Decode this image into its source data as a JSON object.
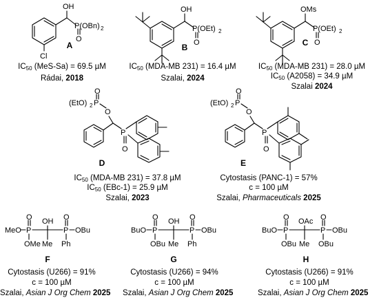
{
  "compounds": [
    {
      "id": "A",
      "label": "A",
      "groups": {
        "oh": "OH",
        "p": "P(OBn)",
        "p_sub": "2",
        "o": "O",
        "cl": "Cl"
      },
      "lines": [
        {
          "pre": "IC",
          "sub": "50",
          "post": " (MeS-Sa) = 69.5 µM"
        }
      ],
      "author": "Rádai, ",
      "year": "2018"
    },
    {
      "id": "B",
      "label": "B",
      "groups": {
        "oh": "OH",
        "p": "P(OEt)",
        "p_sub": "2",
        "o": "O"
      },
      "lines": [
        {
          "pre": "IC",
          "sub": "50",
          "post": " (MDA-MB 231) = 16.4 µM"
        }
      ],
      "author": "Szalai, ",
      "year": "2024"
    },
    {
      "id": "C",
      "label": "C",
      "groups": {
        "oms": "OMs",
        "p": "P(OEt)",
        "p_sub": "2",
        "o": "O"
      },
      "lines": [
        {
          "pre": "IC",
          "sub": "50",
          "post": " (MDA-MB 231) = 28.0 µM"
        },
        {
          "pre": "IC",
          "sub": "50",
          "post": " (A2058) = 34.9 µM"
        }
      ],
      "author": "Szalai ",
      "year": "2024"
    },
    {
      "id": "D",
      "label": "D",
      "groups": {
        "eto": "(EtO)",
        "eto_sub": "2",
        "p1": "P",
        "o1": "O",
        "o2": "O",
        "p2": "P",
        "o3": "O"
      },
      "lines": [
        {
          "pre": "IC",
          "sub": "50",
          "post": " (MDA-MB 231) = 37.8 µM"
        },
        {
          "pre": "IC",
          "sub": "50",
          "post": " (EBc-1) = 25.9 µM"
        }
      ],
      "author": "Szalai, ",
      "year": "2023"
    },
    {
      "id": "E",
      "label": "E",
      "groups": {
        "eto": "(EtO)",
        "eto_sub": "2",
        "p1": "P",
        "o1": "O",
        "o2": "O",
        "p2": "P",
        "o3": "O"
      },
      "lines": [
        {
          "text": "Cytostasis (PANC-1) = 57%"
        },
        {
          "text": "c = 100 µM"
        }
      ],
      "author": "Szalai, ",
      "journal": "Pharmaceuticals",
      "year": "2025"
    },
    {
      "id": "F",
      "label": "F",
      "groups": {
        "meo": "MeO",
        "ome": "OMe",
        "oh": "OH",
        "me": "Me",
        "obu": "OBu",
        "ph": "Ph",
        "p": "P",
        "o": "O"
      },
      "lines": [
        {
          "text": "Cytostasis (U266) = 91%"
        },
        {
          "text": "c = 100 µM"
        }
      ],
      "author": "Szalai, ",
      "journal": "Asian J Org Chem",
      "year": "2025"
    },
    {
      "id": "G",
      "label": "G",
      "groups": {
        "buo": "BuO",
        "obu": "OBu",
        "oh": "OH",
        "me": "Me",
        "obu2": "OBu",
        "ph": "Ph",
        "p": "P",
        "o": "O"
      },
      "lines": [
        {
          "text": "Cytostasis (U266) = 94%"
        },
        {
          "text": "c = 100 µM"
        }
      ],
      "author": "Szalai, ",
      "journal": "Asian J Org Chem",
      "year": "2025"
    },
    {
      "id": "H",
      "label": "H",
      "groups": {
        "buo": "BuO",
        "obu": "OBu",
        "oac": "OAc",
        "me": "Me",
        "obu2": "OBu",
        "obu3": "OBu",
        "p": "P",
        "o": "O"
      },
      "lines": [
        {
          "text": "Cytostasis (U266) = 91%"
        },
        {
          "text": "c = 100 µM"
        }
      ],
      "author": "Szalai, ",
      "journal": "Asian J Org Chem",
      "year": "2025"
    }
  ]
}
